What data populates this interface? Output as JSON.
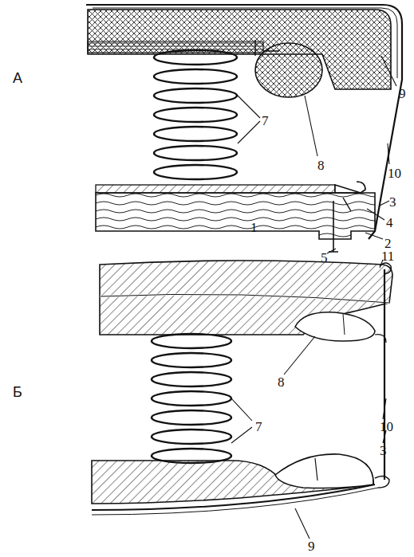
{
  "diagram": {
    "labels": [
      "А",
      "9",
      "8",
      "7",
      "10",
      "3",
      "4",
      "2",
      "5",
      "1",
      "Б",
      "11",
      "8",
      "7",
      "10",
      "3",
      "9"
    ]
  }
}
